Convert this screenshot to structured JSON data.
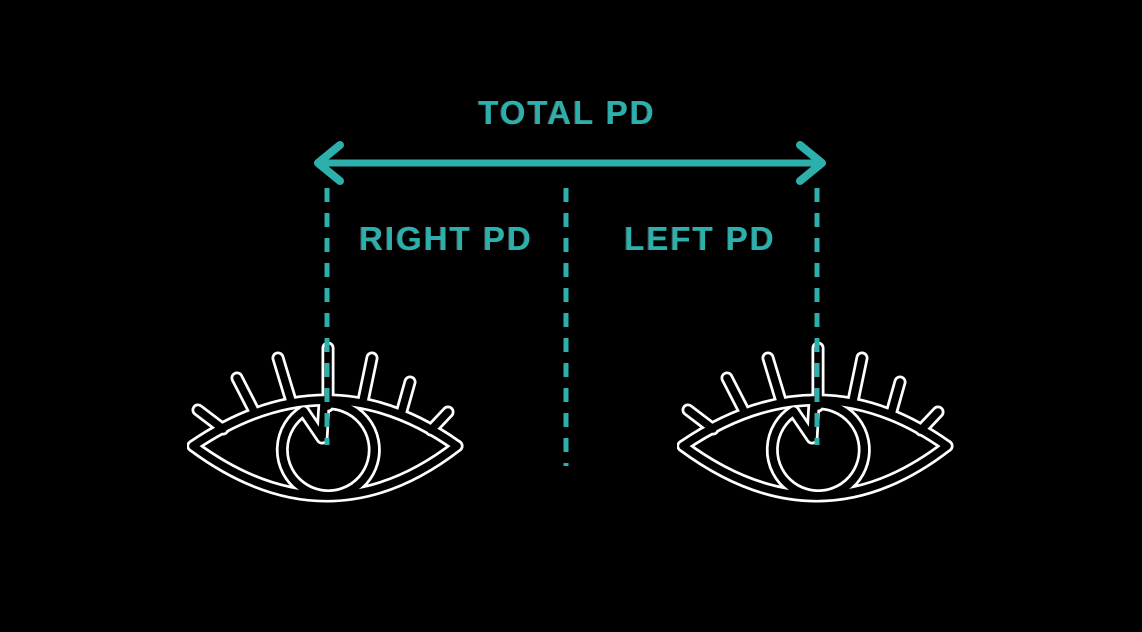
{
  "labels": {
    "total": "TOTAL PD",
    "right": "RIGHT PD",
    "left": "LEFT PD"
  },
  "colors": {
    "background": "#000000",
    "accent": "#2DB0AC",
    "line_art": "#000000",
    "halo": "#FFFFFF"
  },
  "icons": {
    "right_side_eye": "eye-icon",
    "left_side_eye": "eye-icon",
    "total_arrow": "double-headed-arrow-icon",
    "guides": "dashed-guide-line"
  }
}
